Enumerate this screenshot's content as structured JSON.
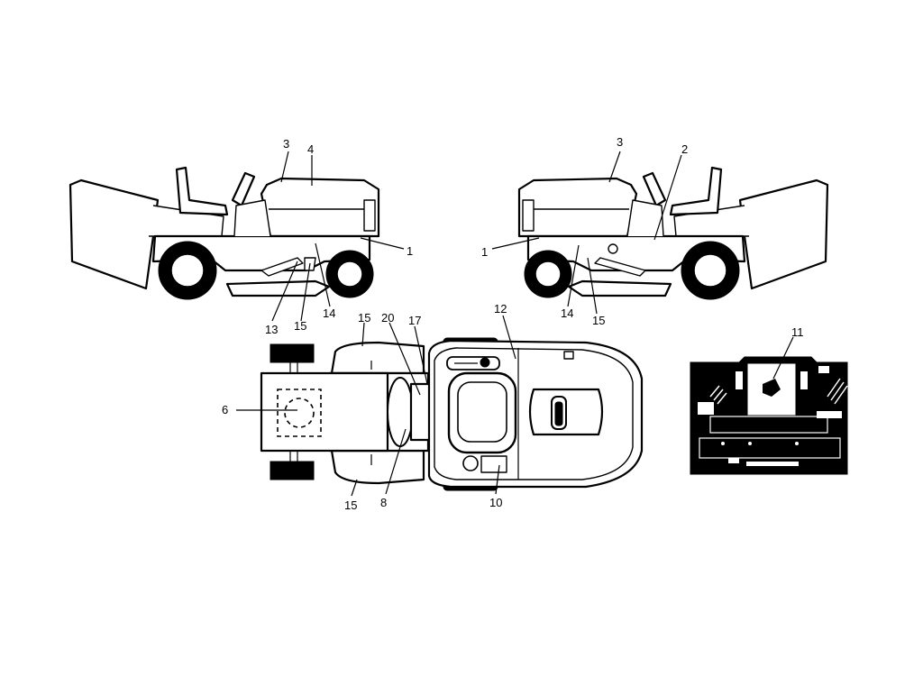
{
  "colors": {
    "line": "#000000",
    "background": "#ffffff"
  },
  "callouts": {
    "c1_left": "1",
    "c3_left": "3",
    "c4": "4",
    "c13": "13",
    "c15_left": "15",
    "c14_left": "14",
    "c3_right": "3",
    "c2": "2",
    "c1_right": "1",
    "c14_right": "14",
    "c15_right": "15",
    "c15_top": "15",
    "c20": "20",
    "c17": "17",
    "c12": "12",
    "c6": "6",
    "c8": "8",
    "c10": "10",
    "c15_bottom": "15",
    "c11": "11"
  },
  "views": {
    "left_side": "mower-left-side-view",
    "right_side": "mower-right-side-view",
    "top": "mower-top-view",
    "dashboard": "dashboard-panel-view"
  }
}
